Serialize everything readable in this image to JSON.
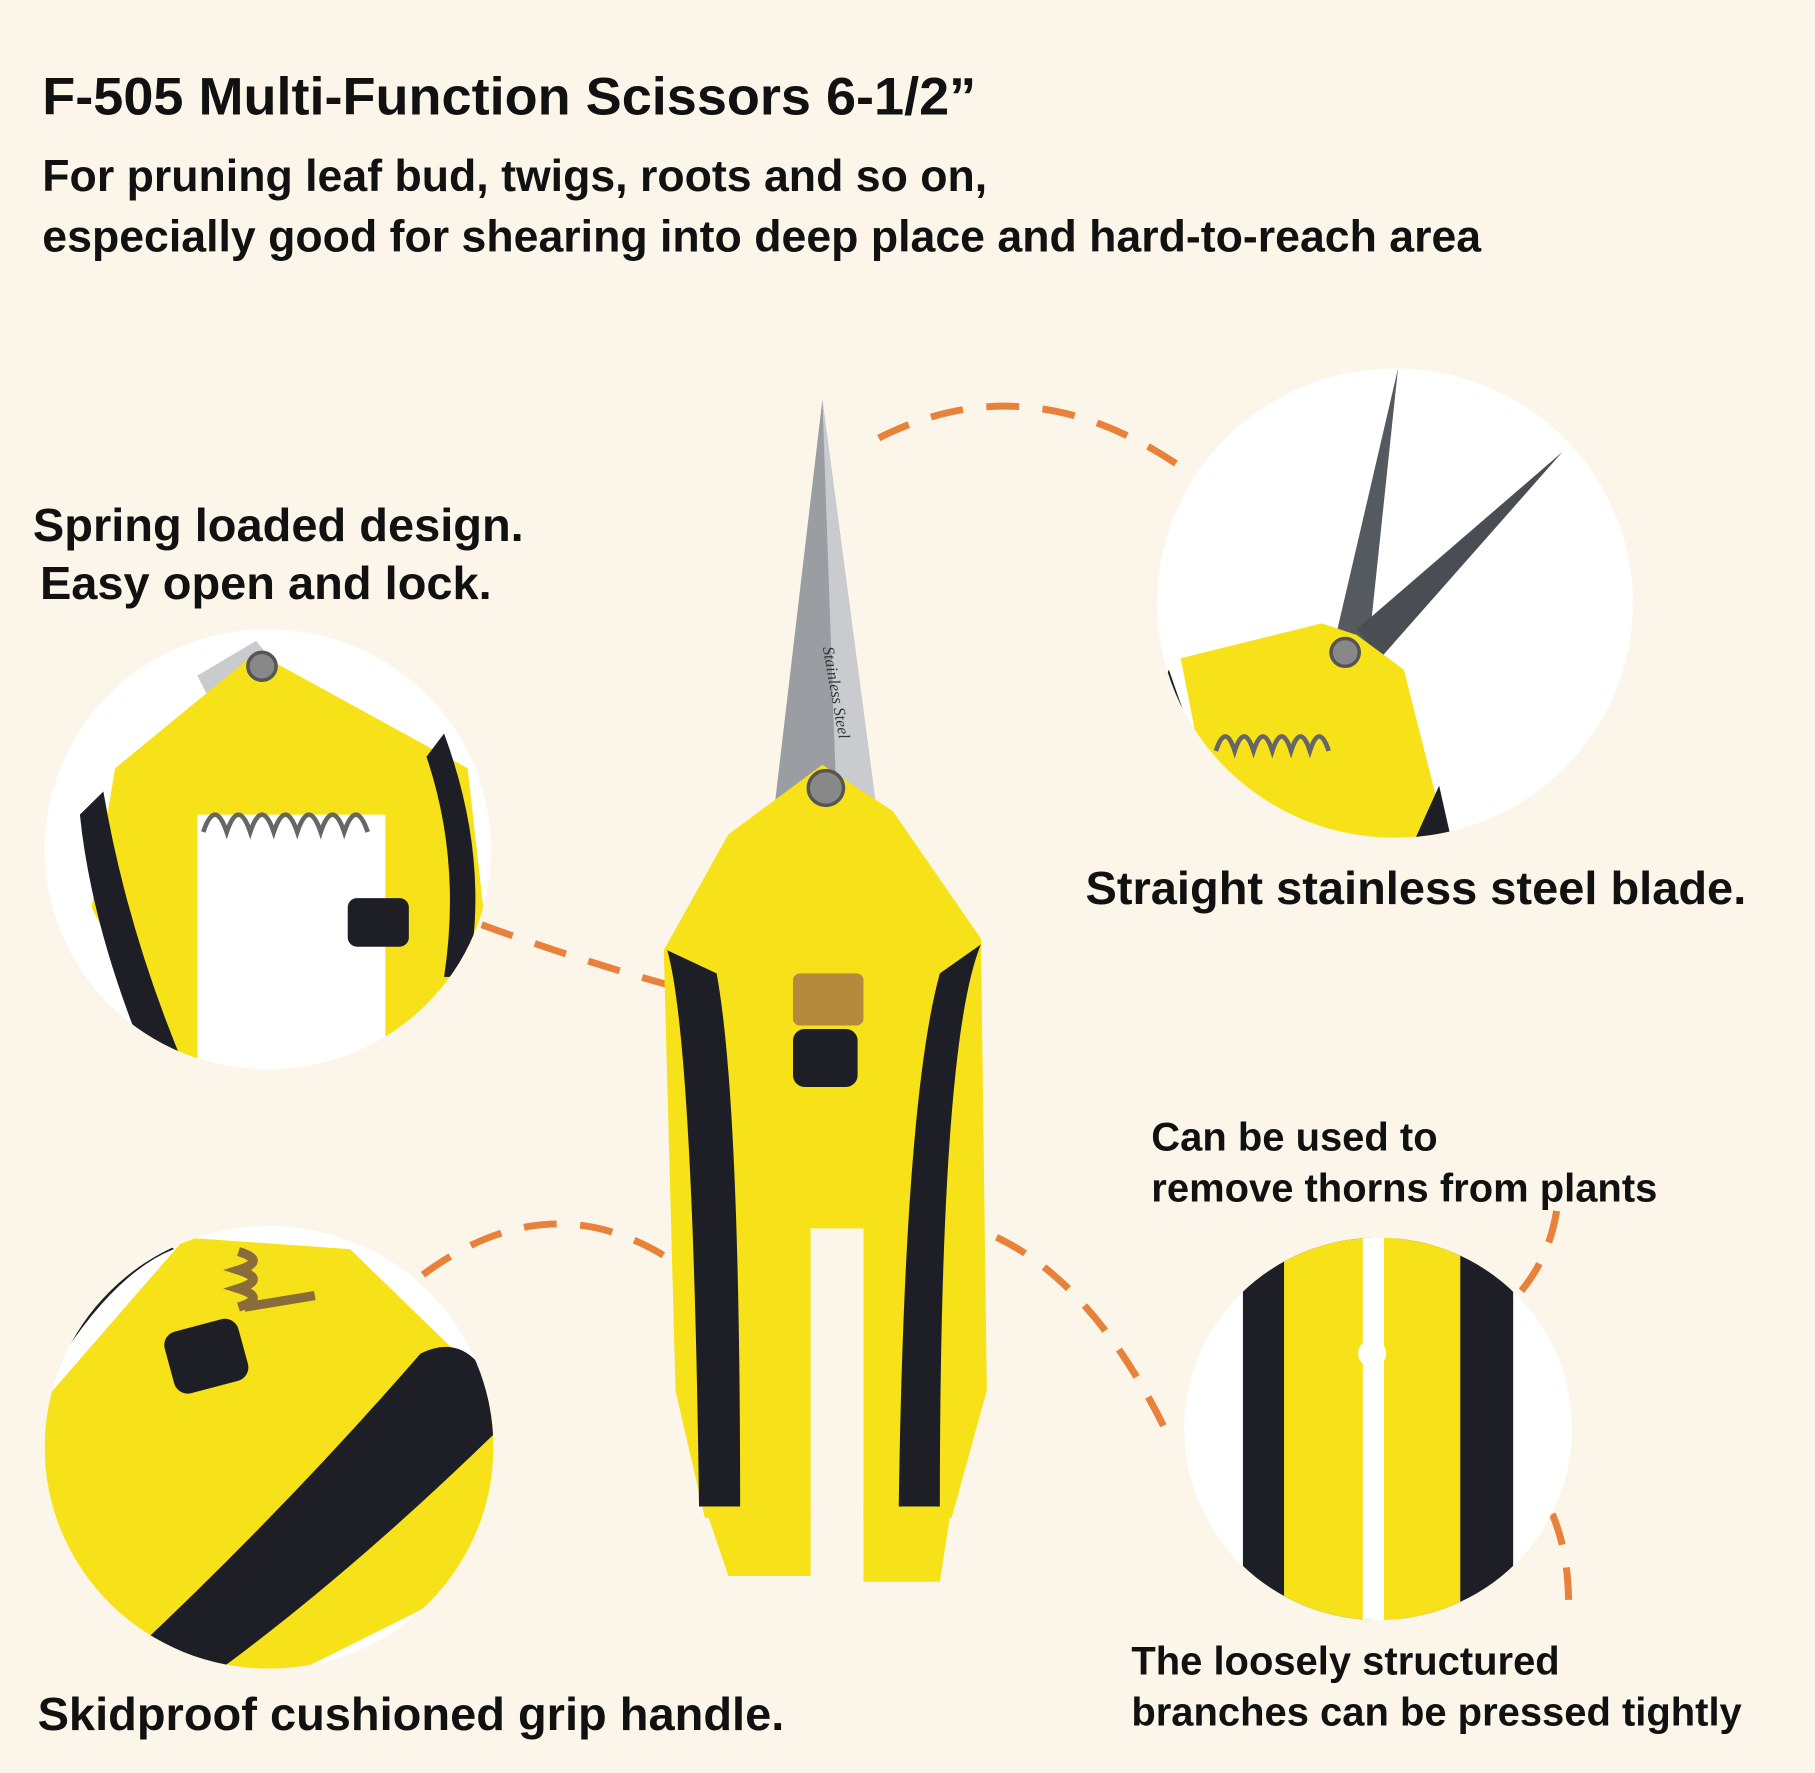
{
  "title": "F-505 Multi-Function Scissors 6-1/2”",
  "subtitle_line1": "For pruning leaf bud, twigs, roots and so on,",
  "subtitle_line2": "especially good for shearing into deep place and hard-to-reach area",
  "features": {
    "spring_line1": "Spring loaded design.",
    "spring_line2": "Easy open and lock.",
    "blade": "Straight stainless steel blade.",
    "thorns_line1": "Can be used to",
    "thorns_line2": "remove thorns from plants",
    "grip": "Skidproof cushioned grip handle.",
    "branches_line1": "The loosely structured",
    "branches_line2": "branches can be pressed tightly"
  },
  "blade_engraving": "Stainless Steel",
  "colors": {
    "background": "#fcf6ea",
    "accent_dash": "#e8823a",
    "handle_yellow": "#f7e21a",
    "grip_black": "#1e1f26",
    "blade": "#8a8d92"
  }
}
